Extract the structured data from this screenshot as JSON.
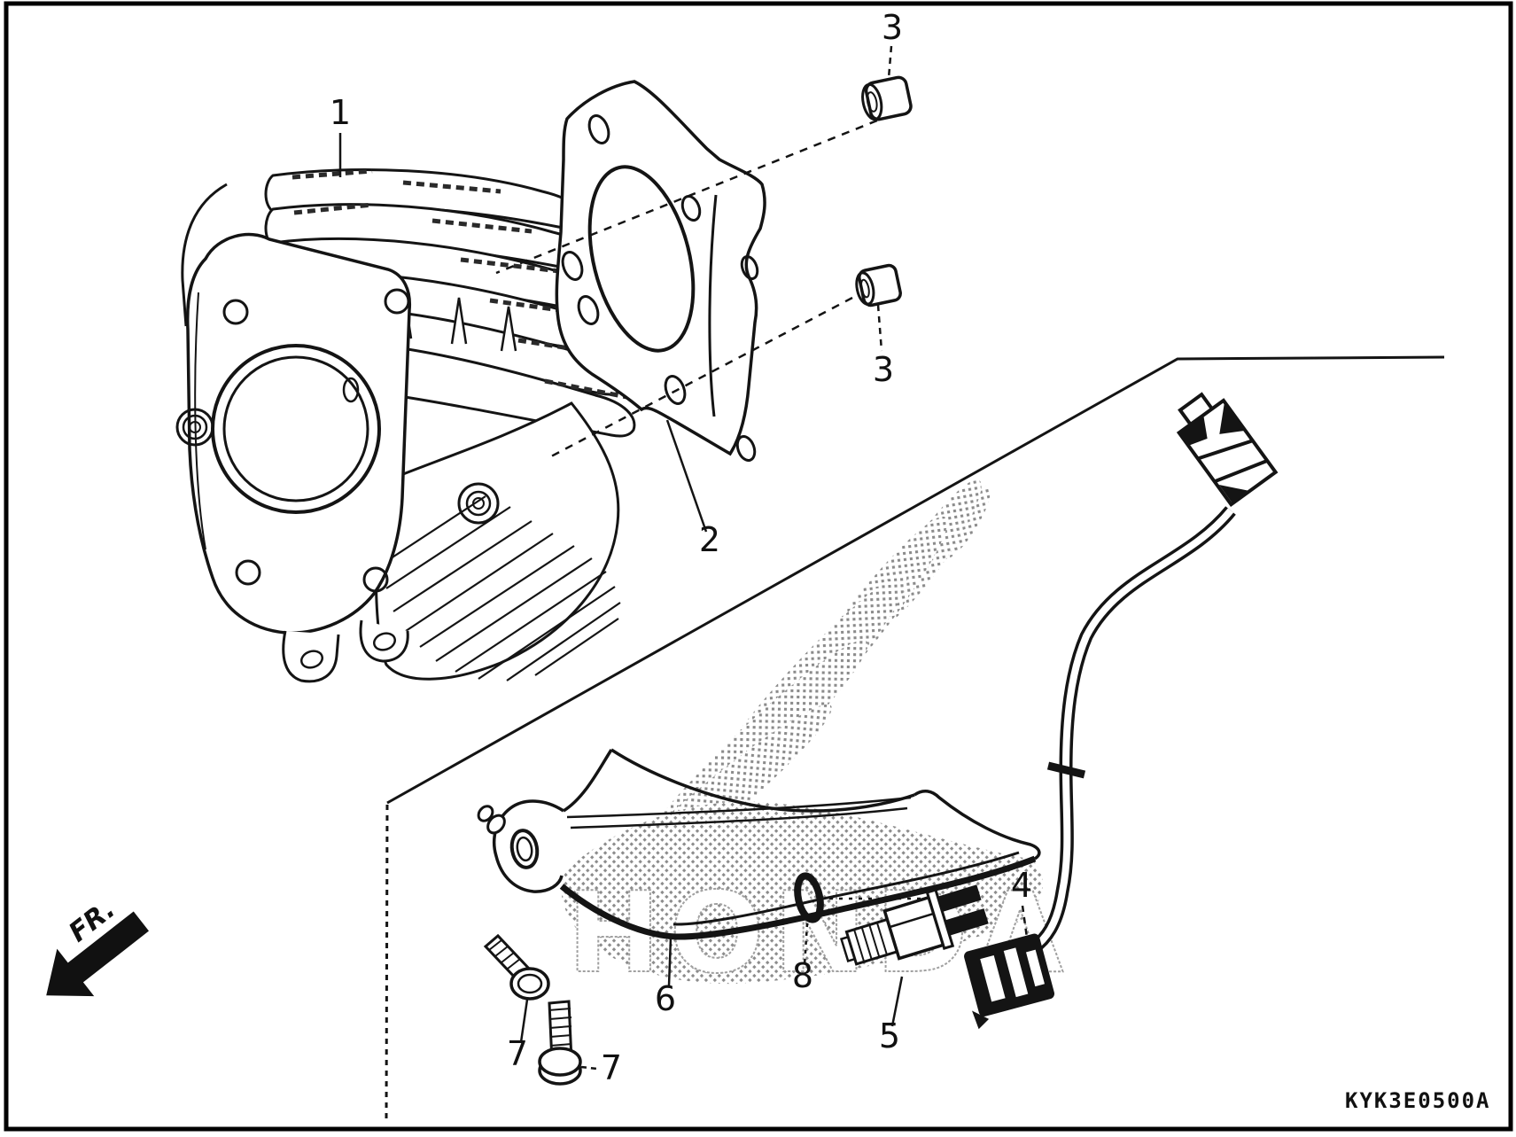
{
  "diagram": {
    "code": "KYK3E0500A",
    "direction_label": "FR.",
    "watermark": "HONDA",
    "callouts": [
      {
        "part": "cylinder",
        "text": "1"
      },
      {
        "part": "cylinder-gasket",
        "text": "2"
      },
      {
        "part": "dowel-pin-upper",
        "text": "3"
      },
      {
        "part": "dowel-pin-lower",
        "text": "3"
      },
      {
        "part": "sensor-wire-connector",
        "text": "4"
      },
      {
        "part": "temperature-sensor",
        "text": "5"
      },
      {
        "part": "shroud",
        "text": "6"
      },
      {
        "part": "flange-bolt-left",
        "text": "7"
      },
      {
        "part": "flange-bolt-right",
        "text": "7"
      },
      {
        "part": "o-ring-washer",
        "text": "8"
      }
    ]
  }
}
